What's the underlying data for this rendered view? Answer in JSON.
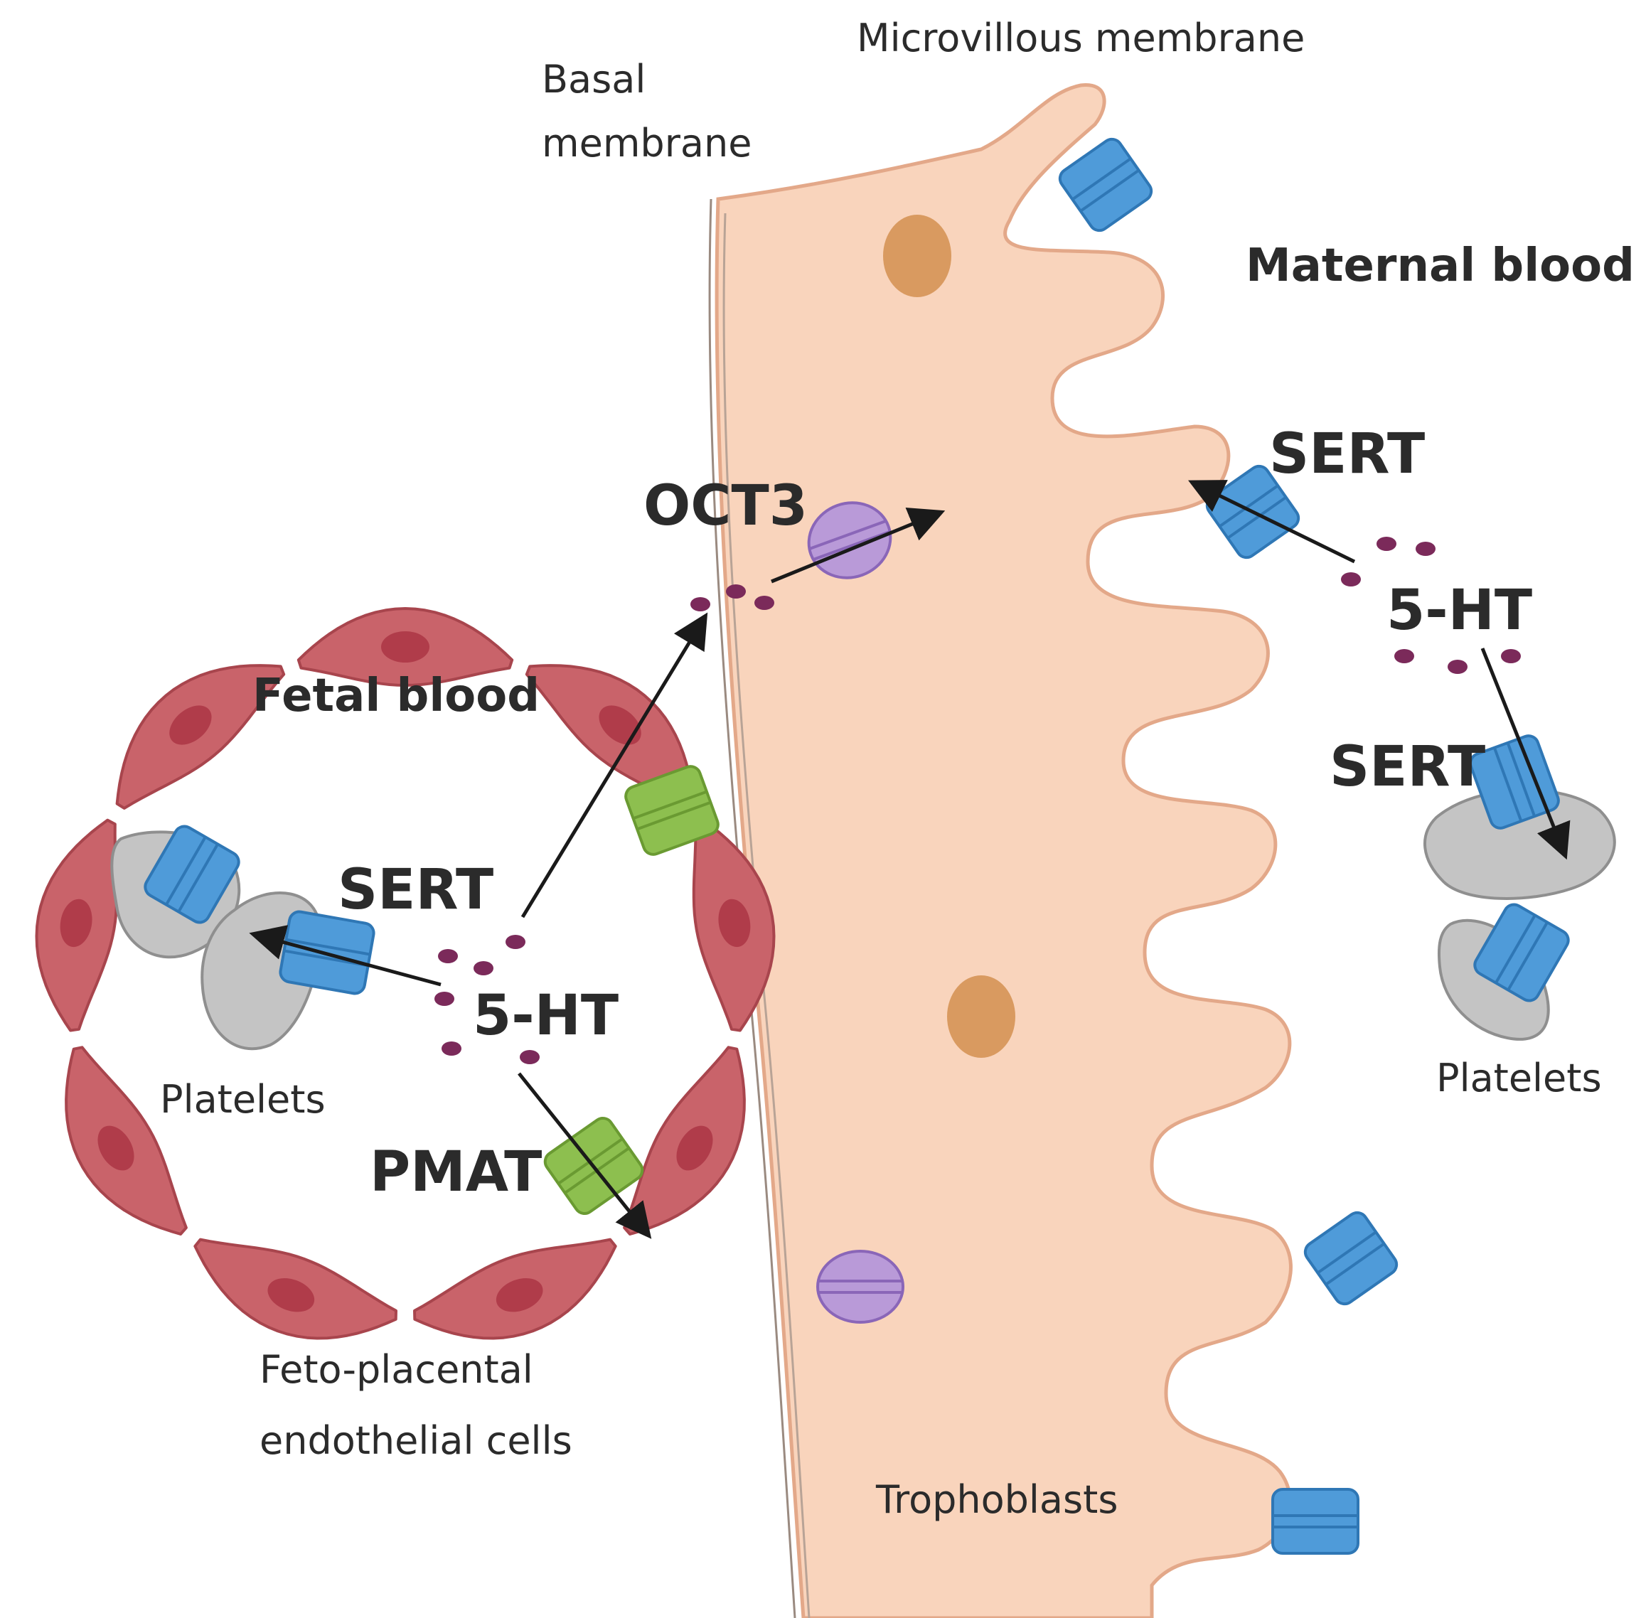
{
  "labels": {
    "microvillous_membrane": "Microvillous membrane",
    "basal_membrane_line1": "Basal",
    "basal_membrane_line2": "membrane",
    "maternal_blood": "Maternal blood",
    "fetal_blood": "Fetal blood",
    "oct3": "OCT3",
    "sert_maternal_upper": "SERT",
    "serotonin_maternal": "5-HT",
    "sert_maternal_lower": "SERT",
    "platelets_maternal": "Platelets",
    "sert_fetal": "SERT",
    "serotonin_fetal": "5-HT",
    "platelets_fetal": "Platelets",
    "pmat": "PMAT",
    "endothelial_line1": "Feto-placental",
    "endothelial_line2": "endothelial cells",
    "trophoblasts": "Trophoblasts"
  },
  "colors": {
    "endothelial_fill": "#c9636a",
    "endothelial_stroke": "#a8454d",
    "endothelial_nucleus": "#b03c4a",
    "trophoblast_fill": "#f9d4bc",
    "trophoblast_stroke": "#e3a889",
    "trophoblast_nucleus": "#d99a60",
    "sert_transporter": "#4f9bd9",
    "pmat_transporter": "#8dbf4f",
    "oct3_transporter": "#b99ad8",
    "platelet": "#c4c4c4",
    "serotonin_dot": "#7b2a5a",
    "arrow": "#1a1a1a"
  }
}
